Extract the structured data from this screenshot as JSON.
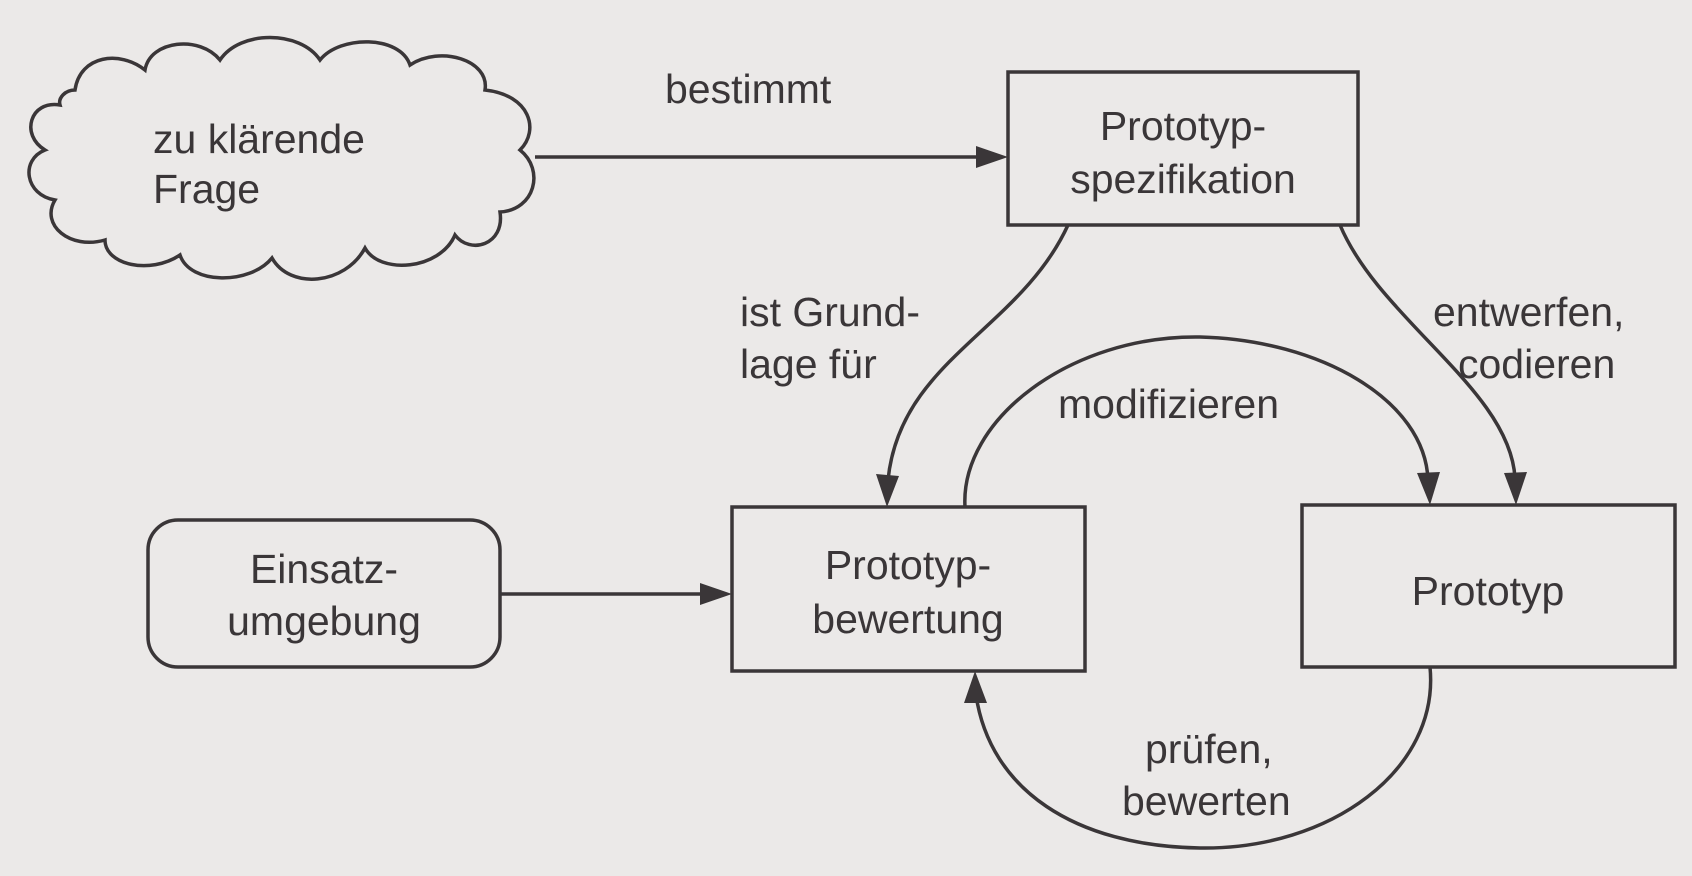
{
  "nodes": {
    "question": {
      "line1": "zu klärende",
      "line2": "Frage"
    },
    "specification": {
      "line1": "Prototyp-",
      "line2": "spezifikation"
    },
    "environment": {
      "line1": "Einsatz-",
      "line2": "umgebung"
    },
    "evaluation": {
      "line1": "Prototyp-",
      "line2": "bewertung"
    },
    "prototype": {
      "line1": "Prototyp"
    }
  },
  "edges": {
    "determines": {
      "line1": "bestimmt"
    },
    "basis_for": {
      "line1": "ist Grund-",
      "line2": "lage für"
    },
    "design_code": {
      "line1": "entwerfen,",
      "line2": "codieren"
    },
    "modify": {
      "line1": "modifizieren"
    },
    "check_evaluate": {
      "line1": "prüfen,",
      "line2": "bewerten"
    }
  },
  "colors": {
    "background": "#ebe9e8",
    "ink": "#3a3638"
  }
}
